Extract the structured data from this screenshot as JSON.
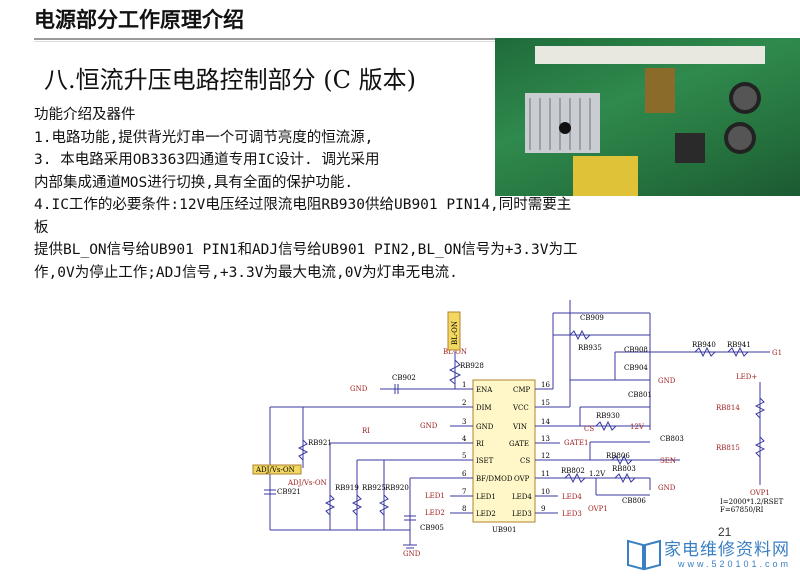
{
  "header": {
    "title": "电源部分工作原理介绍"
  },
  "subtitle": "八.恒流升压电路控制部分 (C 版本)",
  "body_lines": [
    "功能介绍及器件",
    "1.电路功能,提供背光灯串一个可调节亮度的恒流源,",
    "3. 本电路采用OB3363四通道专用IC设计. 调光采用",
    "内部集成通道MOS进行切换,具有全面的保护功能.",
    "4.IC工作的必要条件:12V电压经过限流电阻RB930供给UB901 PIN14,同时需要主",
    "板",
    "提供BL_ON信号给UB901 PIN1和ADJ信号给UB901 PIN2,BL_ON信号为+3.3V为工",
    "作,0V为停止工作;ADJ信号,+3.3V为最大电流,0V为灯串无电流."
  ],
  "schematic": {
    "ic_name": "UB901",
    "left_pins": [
      {
        "n": "1",
        "name": "ENA"
      },
      {
        "n": "2",
        "name": "DIM"
      },
      {
        "n": "3",
        "name": "GND"
      },
      {
        "n": "4",
        "name": "RI"
      },
      {
        "n": "5",
        "name": "ISET"
      },
      {
        "n": "6",
        "name": "BF/DMOD"
      },
      {
        "n": "7",
        "name": "LED1"
      },
      {
        "n": "8",
        "name": "LED2"
      }
    ],
    "right_pins": [
      {
        "n": "16",
        "name": "CMP"
      },
      {
        "n": "15",
        "name": "VCC"
      },
      {
        "n": "14",
        "name": "VIN"
      },
      {
        "n": "13",
        "name": "GATE"
      },
      {
        "n": "12",
        "name": "CS"
      },
      {
        "n": "11",
        "name": "OVP"
      },
      {
        "n": "10",
        "name": "LED4"
      },
      {
        "n": "9",
        "name": "LED3"
      }
    ],
    "labels": {
      "bl_on_port": "BL-ON",
      "bl_on": "BL-ON",
      "rb928": "RB928",
      "cb902": "CB902",
      "gnd": "GND",
      "rb921": "RB921",
      "ri": "RI",
      "adj_port": "ADJ/Vs-ON",
      "adj": "ADJ/Vs-ON",
      "cb921": "CB921",
      "rb919": "RB919",
      "rb925": "RB925",
      "rb920": "RB920",
      "cb905": "CB905",
      "led1": "LED1",
      "led2": "LED2",
      "cb909": "CB909",
      "rb935": "RB935",
      "cb908": "CB908",
      "cb904": "CB904",
      "cb801": "CB801",
      "rb930": "RB930",
      "v12": "12V",
      "cs": "CS",
      "gate1": "GATE1",
      "cb803": "CB803",
      "rb806": "RB806",
      "sen": "SEN",
      "rb802": "RB802",
      "v12b": "1.2V",
      "rb803": "RB803",
      "cb806": "CB806",
      "ovp1": "OVP1",
      "led4": "LED4",
      "led3": "LED3",
      "rb940": "RB940",
      "rb941": "RB941",
      "g1": "G1",
      "led_plus": "LED+",
      "rb814": "RB814",
      "rb815": "RB815",
      "ovp1b": "OVP1",
      "formula1": "I=2000*1.2/RSET",
      "formula2": "F=67850/RI"
    }
  },
  "page_number": "21",
  "logo": {
    "text": "家电维修资料网",
    "url": "www.520101.com"
  }
}
